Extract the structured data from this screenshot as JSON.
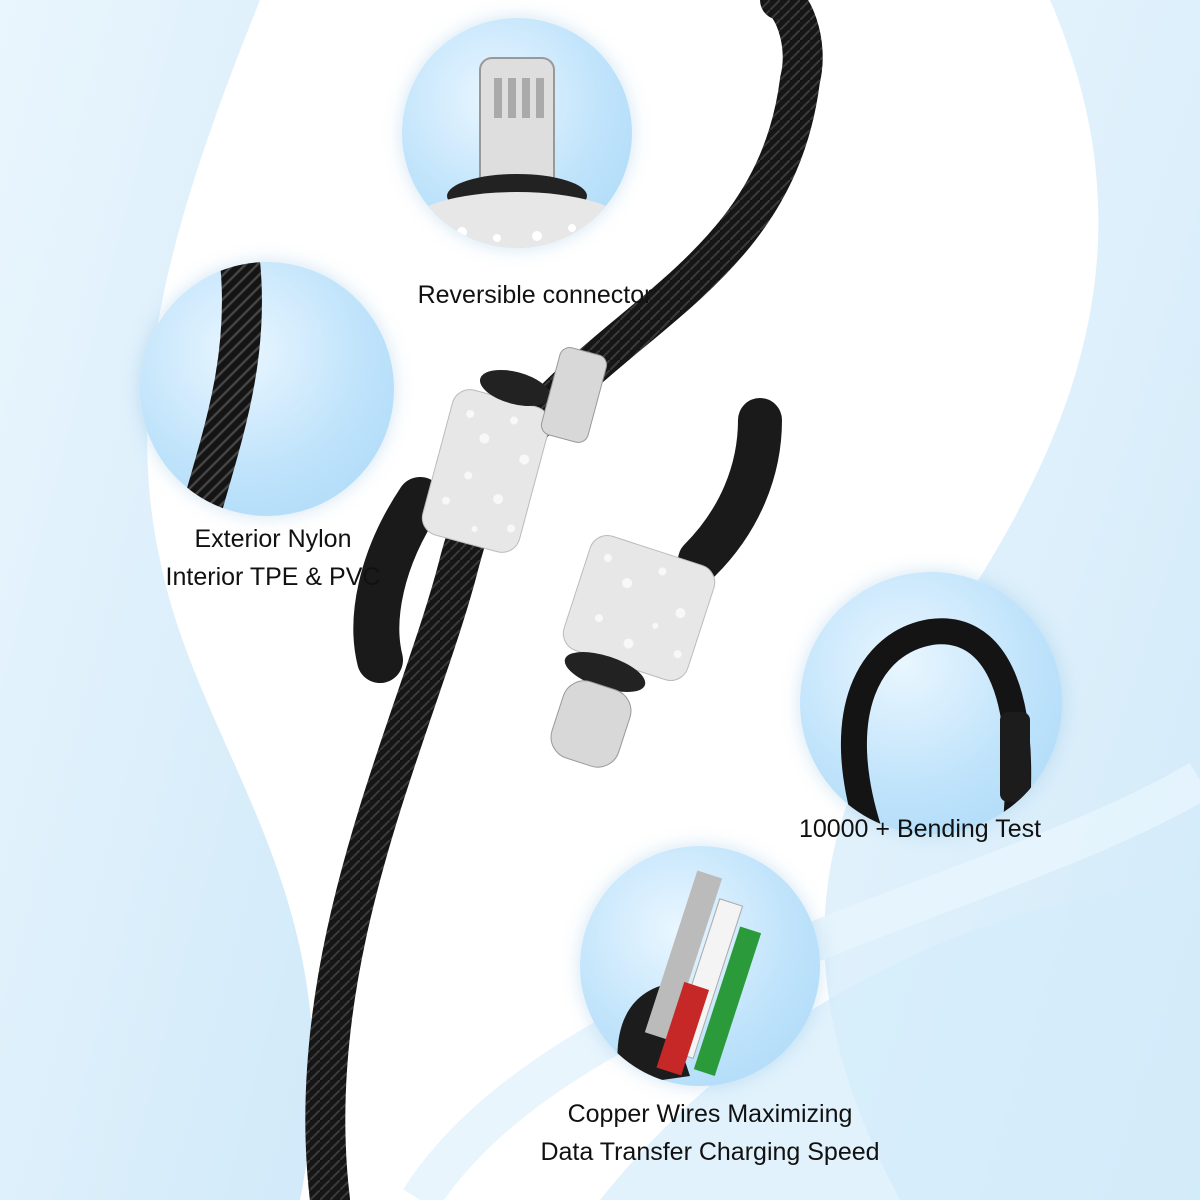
{
  "captions": {
    "reversible": "Reversible connector",
    "nylon_line1": "Exterior Nylon",
    "nylon_line2": "Interior TPE & PVC",
    "bending": "10000 + Bending Test",
    "copper_line1": "Copper Wires Maximizing",
    "copper_line2": "Data Transfer Charging Speed"
  },
  "colors": {
    "background_wave": "#d4ecfb",
    "bubble_fill": "#bfe3fb",
    "cable": "#1a1a1a",
    "connector_metal": "#d8d8d8",
    "wire_green": "#2a9a3a",
    "wire_red": "#c62828"
  }
}
